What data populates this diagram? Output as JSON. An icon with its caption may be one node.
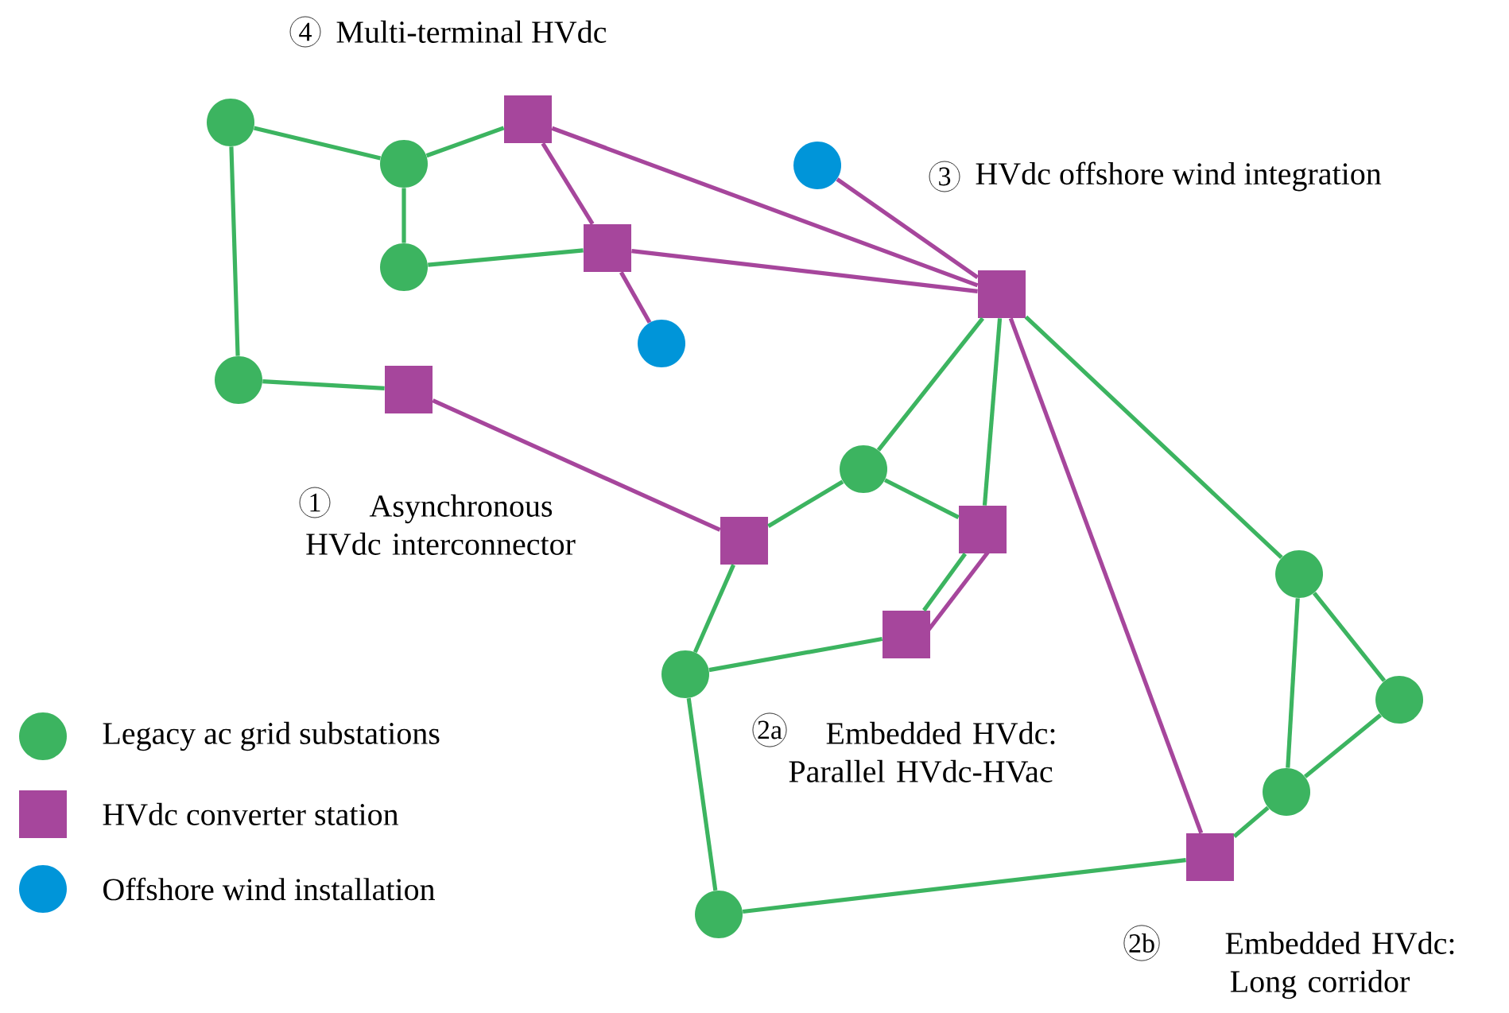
{
  "diagram": {
    "nodes": [
      {
        "text": [],
        "shape": "circle"
      },
      {
        "text": [],
        "shape": "circle"
      },
      {
        "text": [],
        "shape": "box"
      },
      {
        "text": [],
        "shape": "circle"
      },
      {
        "text": [],
        "shape": "circle"
      },
      {
        "text": [],
        "shape": "box"
      },
      {
        "text": [],
        "shape": "box"
      },
      {
        "text": [],
        "shape": "circle"
      },
      {
        "text": [],
        "shape": "circle"
      },
      {
        "text": [],
        "shape": "box"
      },
      {
        "text": [],
        "shape": "circle"
      },
      {
        "text": [],
        "shape": "box"
      },
      {
        "text": [],
        "shape": "box"
      },
      {
        "text": [],
        "shape": "circle"
      },
      {
        "text": [],
        "shape": "box"
      },
      {
        "text": [],
        "shape": "circle"
      },
      {
        "text": [],
        "shape": "circle"
      },
      {
        "text": [],
        "shape": "circle"
      },
      {
        "text": [],
        "shape": "box"
      },
      {
        "text": [],
        "shape": "circle"
      }
    ],
    "edges": [
      {
        "from": 0,
        "to": 1,
        "arrow": "none"
      },
      {
        "from": 1,
        "to": 2,
        "arrow": "none"
      },
      {
        "from": 1,
        "to": 4,
        "arrow": "none"
      },
      {
        "from": 4,
        "to": 5,
        "arrow": "none"
      },
      {
        "from": 0,
        "to": 8,
        "arrow": "none"
      },
      {
        "from": 8,
        "to": 9,
        "arrow": "none"
      },
      {
        "from": 2,
        "to": 5,
        "arrow": "none",
        "color": "#a6469c"
      },
      {
        "from": 2,
        "to": 6,
        "arrow": "none",
        "color": "#a6469c"
      },
      {
        "from": 5,
        "to": 6,
        "arrow": "none",
        "color": "#a6469c"
      },
      {
        "from": 5,
        "to": 7,
        "arrow": "none",
        "color": "#a6469c"
      },
      {
        "from": 3,
        "to": 6,
        "arrow": "none",
        "color": "#a6469c"
      },
      {
        "from": 9,
        "to": 12,
        "arrow": "none",
        "color": "#a6469c"
      },
      {
        "from": 12,
        "to": 10,
        "arrow": "none"
      },
      {
        "from": 10,
        "to": 6,
        "arrow": "none"
      },
      {
        "from": 10,
        "to": 11,
        "arrow": "none"
      },
      {
        "from": 11,
        "to": 6,
        "arrow": "none"
      },
      {
        "from": 6,
        "to": 13,
        "arrow": "none"
      },
      {
        "from": 6,
        "to": 18,
        "arrow": "none",
        "color": "#a6469c"
      },
      {
        "from": 12,
        "to": 15,
        "arrow": "none"
      },
      {
        "from": 15,
        "to": 14,
        "arrow": "none"
      },
      {
        "from": 14,
        "to": 11,
        "arrow": "none"
      },
      {
        "from": 14,
        "to": 11,
        "arrow": "none",
        "color": "#a6469c"
      },
      {
        "from": 15,
        "to": 19,
        "arrow": "none"
      },
      {
        "from": 19,
        "to": 18,
        "arrow": "none"
      },
      {
        "from": 18,
        "to": 17,
        "arrow": "none"
      },
      {
        "from": 17,
        "to": 13,
        "arrow": "none"
      },
      {
        "from": 17,
        "to": 16,
        "arrow": "none"
      },
      {
        "from": 16,
        "to": 13,
        "arrow": "none"
      }
    ],
    "labels": [
      "4",
      "Multi-terminal HVdc",
      "3",
      "HVdc offshore wind integration",
      "1",
      "Asynchronous HVdc interconnector",
      "2a",
      "Embedded HVdc: Parallel HVdc-HVac",
      "2b",
      "Embedded HVdc: Long corridor"
    ],
    "legend": [
      {
        "text": "Legacy ac grid substations",
        "color": "#3cb460"
      },
      {
        "text": "HVdc converter station",
        "color": "#a6469c"
      },
      {
        "text": "Offshore wind installation",
        "color": "#0095d9"
      }
    ]
  }
}
